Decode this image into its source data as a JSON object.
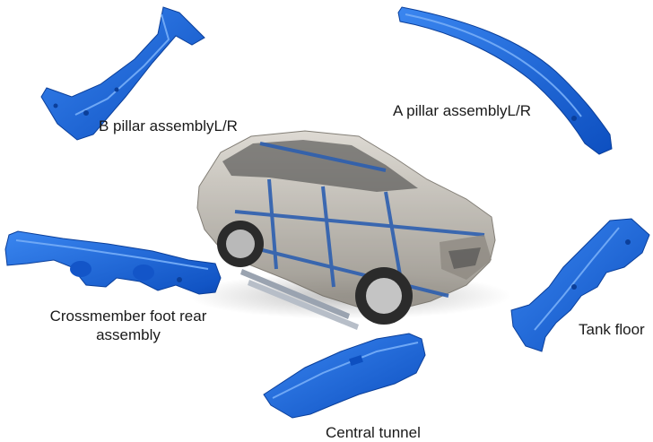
{
  "labels": {
    "b_pillar": "B pillar assemblyL/R",
    "a_pillar": "A pillar assemblyL/R",
    "crossmember_line1": "Crossmember foot rear",
    "crossmember_line2": "assembly",
    "tank_floor": "Tank floor",
    "central_tunnel": "Central tunnel"
  },
  "colors": {
    "part_blue": "#1f6fe0",
    "part_blue_dark": "#0f4fb8",
    "car_body": "#b9b4aa",
    "car_frame": "#2d5fb0",
    "text": "#1a1a1a"
  }
}
